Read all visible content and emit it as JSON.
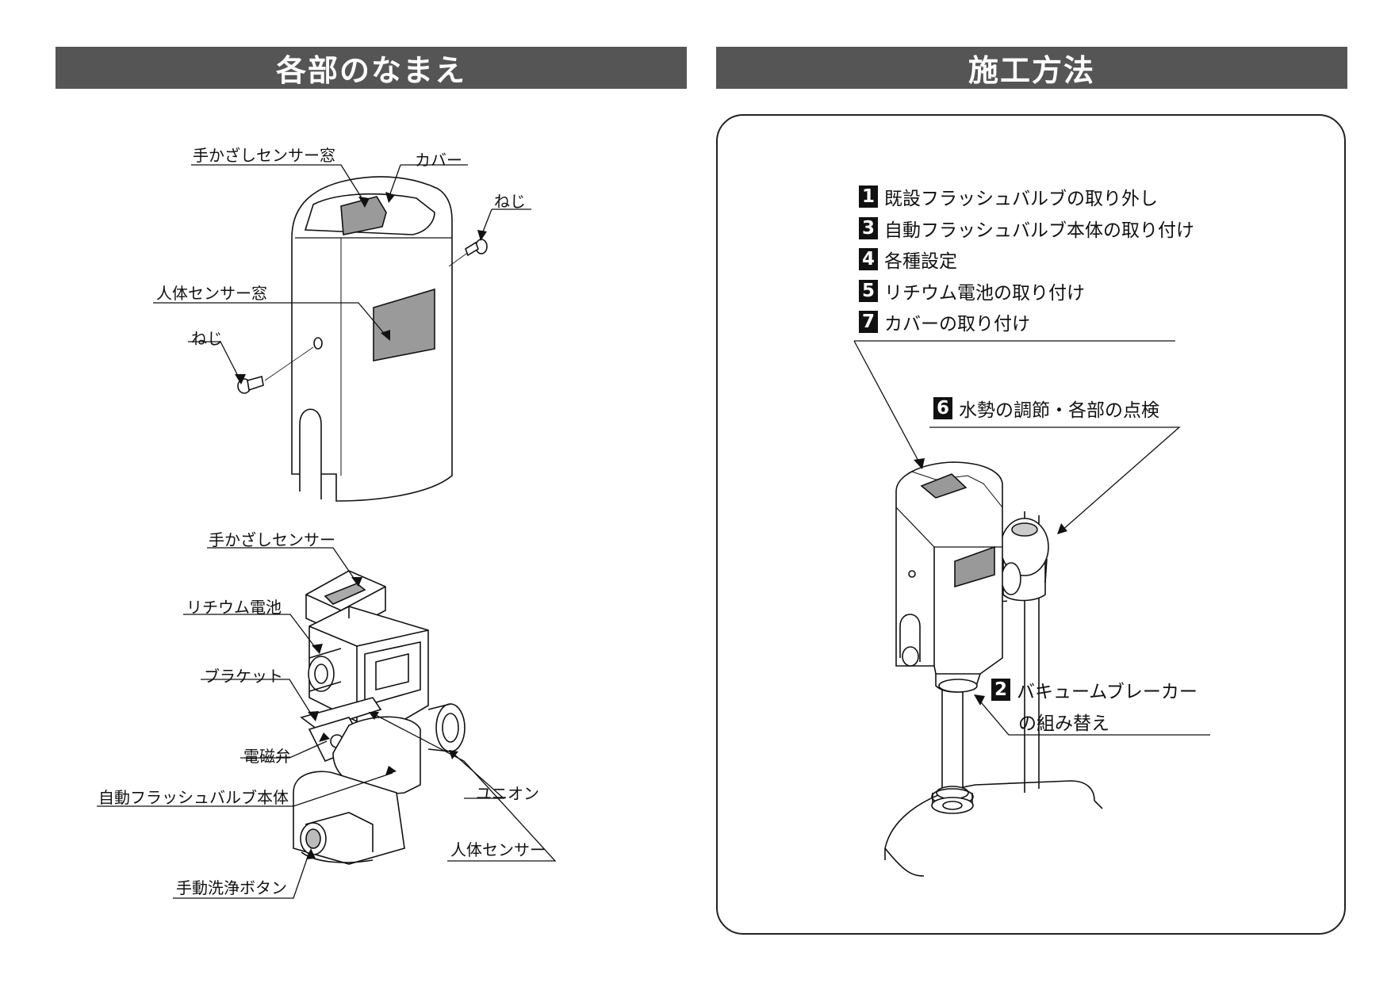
{
  "headers": {
    "left": "各部のなまえ",
    "right": "施工方法"
  },
  "labels": {
    "hand_sensor_window": "手かざしセンサー窓",
    "cover": "カバー",
    "screw_right": "ねじ",
    "body_sensor_window": "人体センサー窓",
    "screw_left": "ねじ",
    "hand_sensor": "手かざしセンサー",
    "lithium_battery": "リチウム電池",
    "bracket": "ブラケット",
    "solenoid_valve": "電磁弁",
    "flush_valve_body": "自動フラッシュバルブ本体",
    "union": "ユニオン",
    "body_sensor": "人体センサー",
    "manual_button": "手動洗浄ボタン"
  },
  "steps": [
    {
      "num": "1",
      "text": "既設フラッシュバルブの取り外し"
    },
    {
      "num": "3",
      "text": "自動フラッシュバルブ本体の取り付け"
    },
    {
      "num": "4",
      "text": "各種設定"
    },
    {
      "num": "5",
      "text": "リチウム電池の取り付け"
    },
    {
      "num": "7",
      "text": "カバーの取り付け"
    }
  ],
  "step6": {
    "num": "6",
    "text": "水勢の調節・各部の点検"
  },
  "step2": {
    "num": "2",
    "line1": "バキュームブレーカー",
    "line2": "の組み替え"
  }
}
